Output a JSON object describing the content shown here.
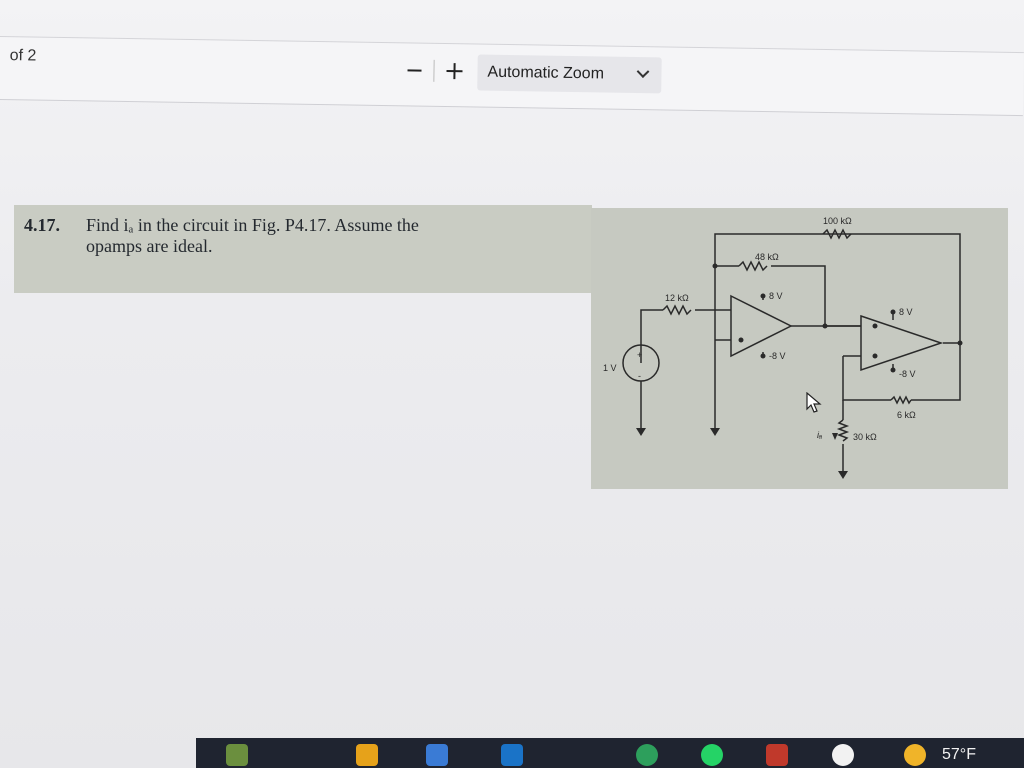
{
  "toolbar": {
    "page_count": "of 2",
    "zoom_label": "Automatic Zoom"
  },
  "problem": {
    "number": "4.17.",
    "line1": "Find iₐ in the circuit in Fig. P4.17. Assume the",
    "line2": "opamps are ideal."
  },
  "figure": {
    "r_feedback_outer": "100 kΩ",
    "r_feedback_inner": "48 kΩ",
    "r_input": "12 kΩ",
    "supply_pos_1": "8 V",
    "supply_neg_1": "-8 V",
    "supply_pos_2": "8 V",
    "supply_neg_2": "-8 V",
    "source": "1 V",
    "r_load_6k": "6 kΩ",
    "r_load_30k": "30 kΩ",
    "current_label": "iₐ",
    "plus": "+",
    "minus": "-"
  },
  "taskbar": {
    "temperature": "57°F"
  },
  "colors": {
    "taskbar": "#1f2430",
    "figure_bg": "#c6c9c1",
    "strip_bg": "#c9ccc3"
  }
}
